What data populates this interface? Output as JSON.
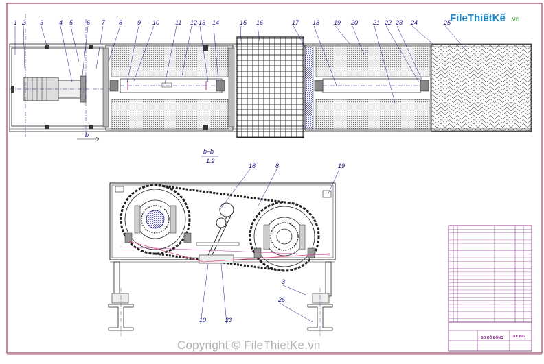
{
  "logo": {
    "text": "FileThiếtKế",
    "suffix": ".vn"
  },
  "watermark": "Copyright © FileThietKe.vn",
  "section": {
    "name": "b–b",
    "scale": "1:2",
    "cut_label": "b"
  },
  "top_view_labels": [
    "1",
    "2",
    "3",
    "4",
    "5",
    "6",
    "7",
    "8",
    "9",
    "10",
    "11",
    "12",
    "13",
    "14",
    "15",
    "16",
    "17",
    "18",
    "19",
    "20",
    "21",
    "22",
    "23",
    "24",
    "25"
  ],
  "side_view_labels": [
    "18",
    "8",
    "19",
    "3",
    "26",
    "10",
    "23"
  ],
  "title_block": {
    "name": "SƠ ĐỒ ĐỘNG",
    "code": "DDCB02",
    "rows": 27
  },
  "colors": {
    "frame": "#8b1a4a",
    "lines": "#1a1a1a",
    "blue": "#1a1a8c",
    "magenta": "#b0309a",
    "pink": "#e0507a",
    "cyan_logo": "#1e88c8"
  }
}
